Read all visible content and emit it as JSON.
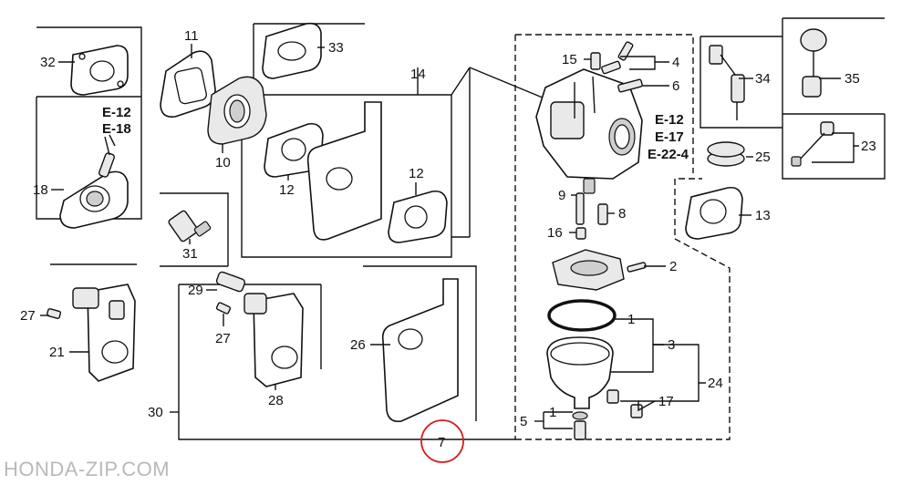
{
  "callouts": {
    "c32": "32",
    "c11": "11",
    "c33": "33",
    "c14": "14",
    "c15": "15",
    "c4": "4",
    "c6": "6",
    "c34": "34",
    "c35": "35",
    "c10": "10",
    "c12a": "12",
    "c12b": "12",
    "c18": "18",
    "c25": "25",
    "c23": "23",
    "c13": "13",
    "c9": "9",
    "c8": "8",
    "c16": "16",
    "c31": "31",
    "c2": "2",
    "c29": "29",
    "c27a": "27",
    "c27b": "27",
    "c1a": "1",
    "c3": "3",
    "c26": "26",
    "c21": "21",
    "c24": "24",
    "c28": "28",
    "c17": "17",
    "c30": "30",
    "c1b": "1",
    "c5": "5",
    "c7": "7"
  },
  "refs": {
    "left_e12": "E-12",
    "left_e18": "E-18",
    "right_e12": "E-12",
    "right_e17": "E-17",
    "right_e224": "E-22-4"
  },
  "watermark": "HONDA-ZIP.COM"
}
